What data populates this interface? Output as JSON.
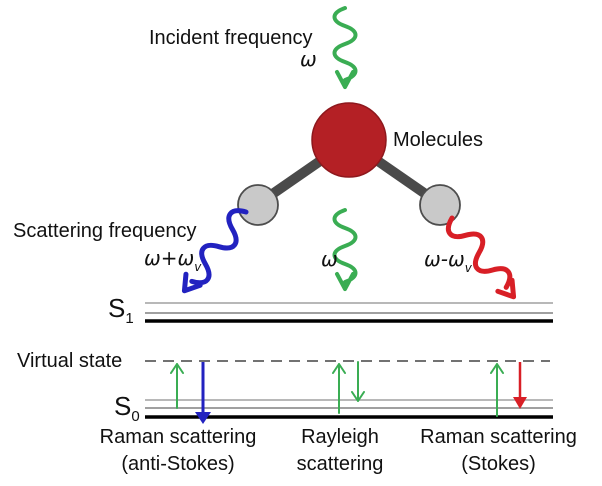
{
  "incident": {
    "label": "Incident frequency",
    "symbol": "ω"
  },
  "molecule": {
    "label": "Molecules"
  },
  "scattering": {
    "label": "Scattering frequency",
    "anti_stokes": {
      "main": "ω+ω",
      "sub": "v"
    },
    "rayleigh": {
      "main": "ω"
    },
    "stokes": {
      "main": "ω-ω",
      "sub": "v"
    }
  },
  "levels": {
    "s1": {
      "main": "S",
      "sub": "1"
    },
    "virtual": {
      "label": "Virtual state"
    },
    "s0": {
      "main": "S",
      "sub": "0"
    }
  },
  "processes": [
    {
      "line1": "Raman scattering",
      "line2": "(anti-Stokes)"
    },
    {
      "line1": "Rayleigh",
      "line2": "scattering"
    },
    {
      "line1": "Raman scattering",
      "line2": "(Stokes)"
    }
  ],
  "colors": {
    "incident_green": "#3aad53",
    "anti_stokes_blue": "#2222c0",
    "stokes_red": "#d81f26",
    "molecule_red": "#b42025",
    "molecule_red_border": "#8e181d",
    "atom_gray": "#c9c9c9",
    "bond_gray": "#4a4a4a"
  }
}
